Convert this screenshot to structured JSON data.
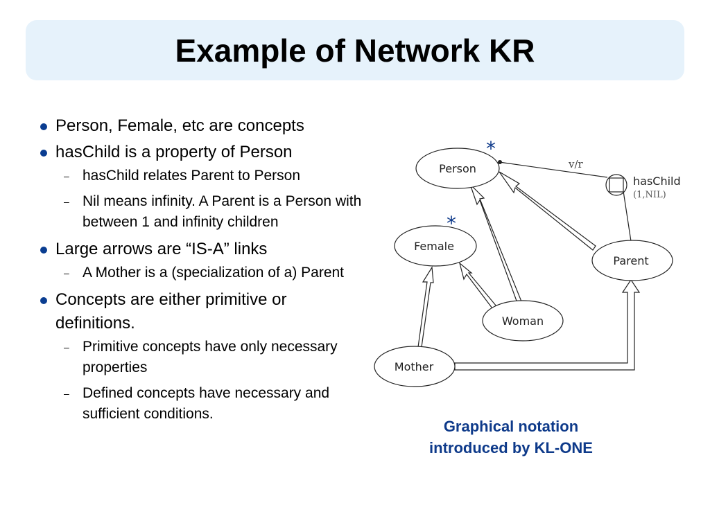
{
  "slide": {
    "title": "Example of Network KR",
    "bullets": [
      {
        "text": "Person, Female, etc are concepts",
        "subs": []
      },
      {
        "text": "hasChild is a property of Person",
        "subs": [
          "hasChild relates Parent to Person",
          "Nil means infinity.  A Parent is a Person with between 1 and infinity children"
        ]
      },
      {
        "text": "Large arrows are “IS-A” links",
        "subs": [
          "A Mother is a (specialization of a) Parent"
        ]
      },
      {
        "text": "Concepts are either primitive or definitions.",
        "subs": [
          "Primitive concepts have only necessary properties",
          "Defined concepts have necessary and sufficient conditions."
        ]
      }
    ],
    "caption": {
      "line1": "Graphical notation",
      "line2": "introduced by KL-ONE"
    }
  },
  "diagram": {
    "nodes": {
      "person": "Person",
      "female": "Female",
      "parent": "Parent",
      "woman": "Woman",
      "mother": "Mother"
    },
    "role": {
      "name": "hasChild",
      "restriction": "(1,NIL)",
      "value_restriction": "v/r"
    },
    "primitive_marker": "*",
    "colors": {
      "marker": "#0e3a8a",
      "stroke": "#222222"
    }
  }
}
